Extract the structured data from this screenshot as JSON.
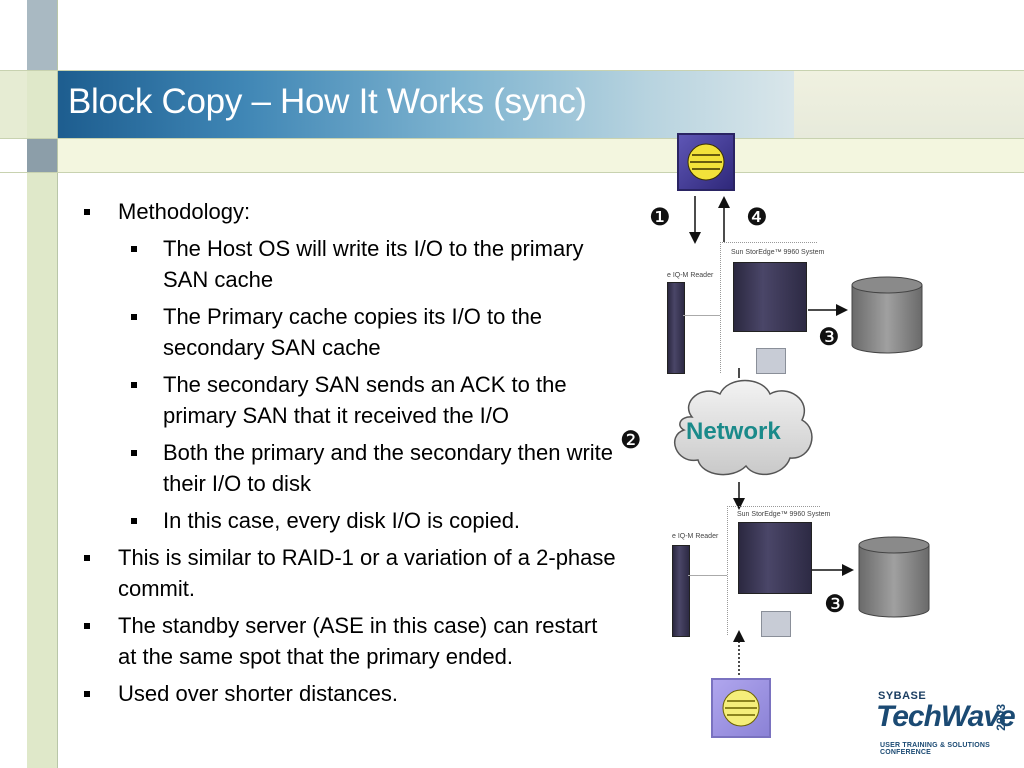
{
  "slide": {
    "title": "Block Copy – How It Works (sync)",
    "bullets": [
      {
        "level": 1,
        "text": "Methodology:"
      },
      {
        "level": 2,
        "text": "The Host OS will write its I/O to the primary SAN cache"
      },
      {
        "level": 2,
        "text": "The Primary cache copies its I/O to the secondary SAN cache"
      },
      {
        "level": 2,
        "text": "The secondary SAN sends an ACK to the primary SAN that it received the I/O"
      },
      {
        "level": 2,
        "text": "Both the primary and the secondary then write their I/O to disk"
      },
      {
        "level": 2,
        "text": "In this case, every disk I/O is copied."
      },
      {
        "level": 1,
        "text": "This is similar to RAID-1 or a variation of a 2-phase commit."
      },
      {
        "level": 1,
        "text": "The standby server (ASE in this case) can restart at the same spot that the primary ended."
      },
      {
        "level": 1,
        "text": "Used over shorter distances."
      }
    ]
  },
  "diagram": {
    "step_1": "❶",
    "step_2": "❷",
    "step_3_top": "❸",
    "step_3_bottom": "❸",
    "step_4": "❹",
    "network_label": "Network",
    "storage_label": "Sun StorEdge™ 9960 System",
    "reader_label": "e IQ-M Reader"
  },
  "logo": {
    "brand": "SYBASE",
    "name": "TechWave",
    "year": "2003",
    "tagline": "USER TRAINING & SOLUTIONS CONFERENCE"
  },
  "colors": {
    "title_text": "#ffffff",
    "network_text": "#1a8a8a",
    "server_primary": "#3f389a",
    "server_standby": "#a59ce6"
  }
}
